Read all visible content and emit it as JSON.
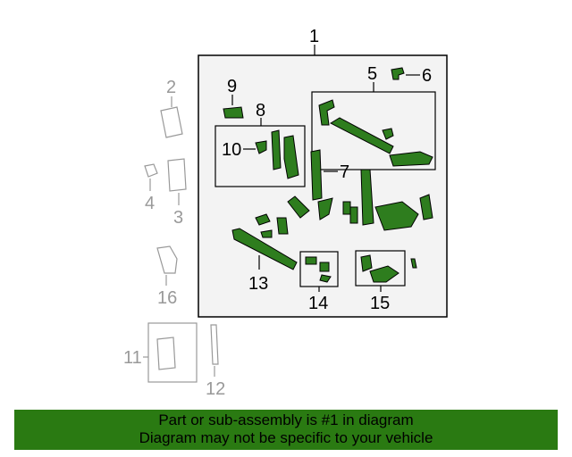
{
  "colors": {
    "part_green": "#2e7d1e",
    "part_outline": "#000000",
    "panel_bg": "#f3f3f3",
    "ghost_grey": "#999999",
    "banner_bg": "#2a7a12"
  },
  "callouts": {
    "c1": "1",
    "c2": "2",
    "c3": "3",
    "c4": "4",
    "c5": "5",
    "c6": "6",
    "c7": "7",
    "c8": "8",
    "c9": "9",
    "c10": "10",
    "c11": "11",
    "c12": "12",
    "c13": "13",
    "c14": "14",
    "c15": "15",
    "c16": "16"
  },
  "banner": {
    "line1": "Part or sub-assembly is #1 in diagram",
    "line2": "Diagram may not be specific to your vehicle"
  }
}
